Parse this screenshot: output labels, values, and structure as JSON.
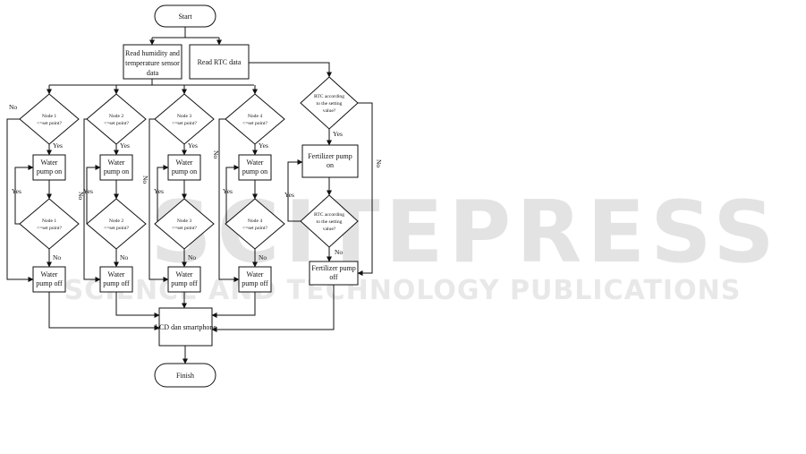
{
  "watermark": {
    "main": "SCITEPRESS",
    "sub": "SCIENCE AND TECHNOLOGY PUBLICATIONS"
  },
  "flowchart": {
    "start": "Start",
    "read_sensor": [
      "Read humidity and",
      "temperature sensor",
      "data"
    ],
    "read_rtc": "Read RTC data",
    "nodes": [
      {
        "check_on": [
          "Node 1",
          "<=set point?"
        ],
        "pump_on": [
          "Water",
          "pump on"
        ],
        "check_off": [
          "Node 1",
          "<=set point?"
        ],
        "pump_off": [
          "Water",
          "pump off"
        ]
      },
      {
        "check_on": [
          "Node 2",
          "<=set point?"
        ],
        "pump_on": [
          "Water",
          "pump on"
        ],
        "check_off": [
          "Node 2",
          "<=set point?"
        ],
        "pump_off": [
          "Water",
          "pump off"
        ]
      },
      {
        "check_on": [
          "Node 3",
          "<=set point?"
        ],
        "pump_on": [
          "Water",
          "pump on"
        ],
        "check_off": [
          "Node 3",
          "<=set point?"
        ],
        "pump_off": [
          "Water",
          "pump off"
        ]
      },
      {
        "check_on": [
          "Node 4",
          "<=set point?"
        ],
        "pump_on": [
          "Water",
          "pump on"
        ],
        "check_off": [
          "Node 4",
          "<=set point?"
        ],
        "pump_off": [
          "Water",
          "pump off"
        ]
      }
    ],
    "rtc_check_on": [
      "RTC according",
      "to the setting",
      "value?"
    ],
    "fert_on": [
      "Fertilizer pump",
      "on"
    ],
    "rtc_check_off": [
      "RTC according",
      "to the setting",
      "value?"
    ],
    "fert_off": [
      "Fertilizer pump",
      "off"
    ],
    "output": "LCD dan smartphone",
    "finish": "Finish",
    "labels": {
      "yes": "Yes",
      "no": "No"
    }
  }
}
